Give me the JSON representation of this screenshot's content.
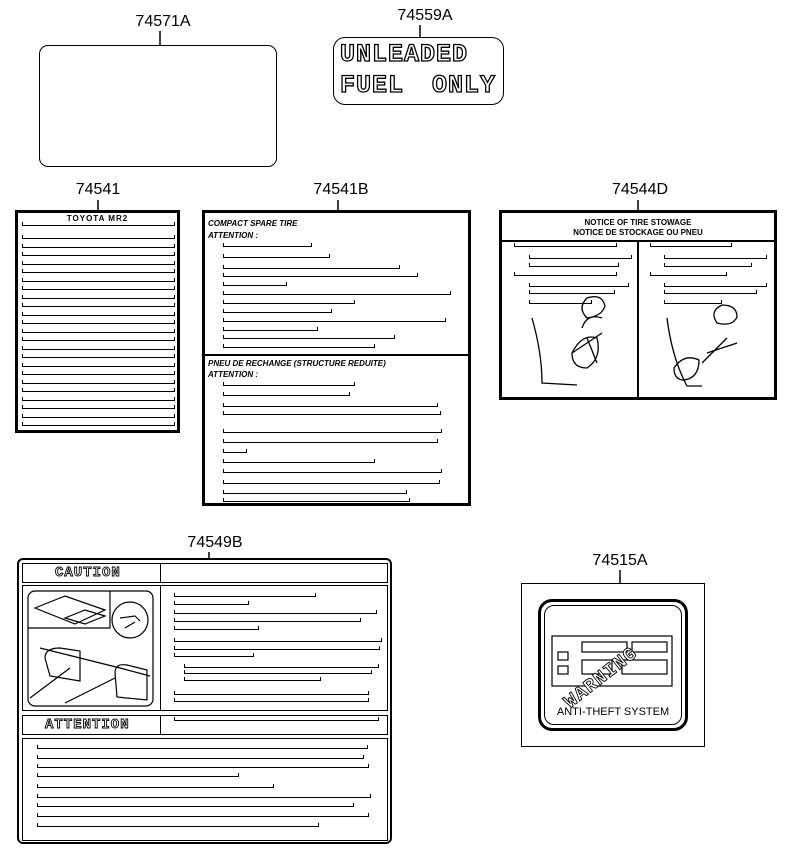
{
  "parts": {
    "p74571A": {
      "number": "74571A"
    },
    "p74559A": {
      "number": "74559A",
      "line1": "UNLEADED",
      "line2": "FUEL ONLY"
    },
    "p74541": {
      "number": "74541",
      "header": "TOYOTA  MR2"
    },
    "p74541B": {
      "number": "74541B",
      "title_en": "COMPACT SPARE TIRE",
      "attention_en": "ATTENTION :",
      "title_fr": "PNEU DE RECHANGE (STRUCTURE REDUITE)",
      "attention_fr": "ATTENTION :"
    },
    "p74544D": {
      "number": "74544D",
      "header1": "NOTICE OF TIRE STOWAGE",
      "header2": "NOTICE DE STOCKAGE OU PNEU"
    },
    "p74549B": {
      "number": "74549B",
      "caution": "CAUTION",
      "attention": "ATTENTION"
    },
    "p74515A": {
      "number": "74515A",
      "warning": "WARNING",
      "system": "ANTI-THEFT SYSTEM"
    }
  }
}
